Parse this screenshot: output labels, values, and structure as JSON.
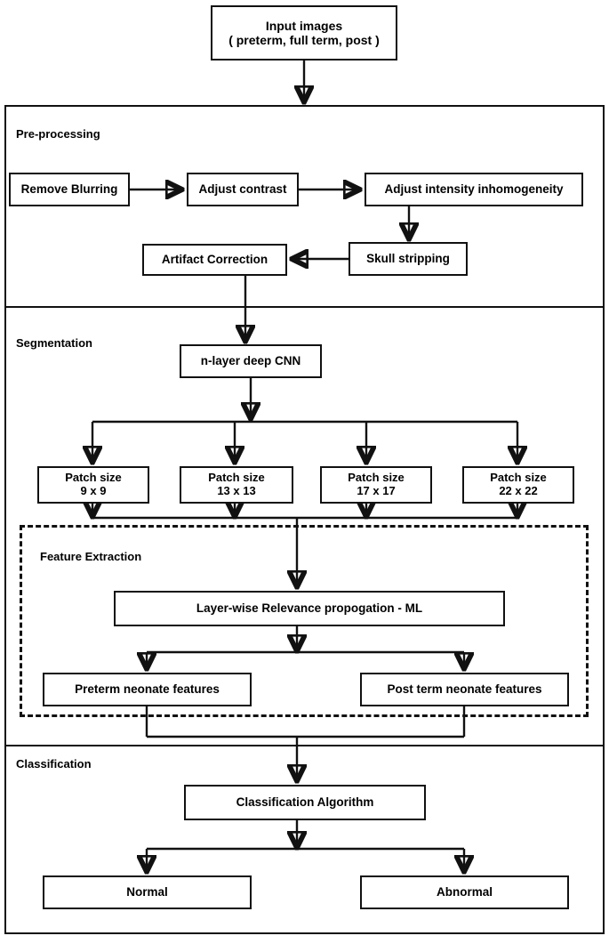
{
  "diagram": {
    "title": "Neonatal brain MRI processing pipeline flowchart",
    "input": {
      "line1": "Input images",
      "line2": "( preterm, full term, post )"
    },
    "sections": [
      {
        "id": "pre-processing",
        "label": "Pre-processing"
      },
      {
        "id": "segmentation",
        "label": "Segmentation"
      },
      {
        "id": "classification",
        "label": "Classification"
      }
    ],
    "feature_extraction": {
      "label": "Feature Extraction"
    },
    "preprocessing_nodes": [
      {
        "id": "remove-blurring",
        "label": "Remove Blurring"
      },
      {
        "id": "adjust-contrast",
        "label": "Adjust contrast"
      },
      {
        "id": "adjust-intensity-inhomogeneity",
        "label": "Adjust intensity inhomogeneity"
      },
      {
        "id": "skull-stripping",
        "label": "Skull stripping"
      },
      {
        "id": "artifact-correction",
        "label": "Artifact  Correction"
      }
    ],
    "segmentation_nodes": [
      {
        "id": "n-layer-deep-cnn",
        "label": "n-layer deep CNN"
      }
    ],
    "patch_sizes": [
      {
        "id": "patch-9",
        "line1": "Patch size",
        "line2": "9 x 9"
      },
      {
        "id": "patch-13",
        "line1": "Patch size",
        "line2": "13 x 13"
      },
      {
        "id": "patch-17",
        "line1": "Patch size",
        "line2": "17 x 17"
      },
      {
        "id": "patch-22",
        "line1": "Patch size",
        "line2": "22 x 22"
      }
    ],
    "feature_nodes": [
      {
        "id": "lrp-ml",
        "label": "Layer-wise Relevance propogation - ML"
      },
      {
        "id": "preterm-neonate-features",
        "label": "Preterm neonate features"
      },
      {
        "id": "post-term-neonate-features",
        "label": "Post term neonate features"
      }
    ],
    "classification_nodes": [
      {
        "id": "classification-algorithm",
        "label": "Classification Algorithm"
      },
      {
        "id": "normal",
        "label": "Normal"
      },
      {
        "id": "abnormal",
        "label": "Abnormal"
      }
    ],
    "colors": {
      "stroke": "#111111",
      "fill": "#ffffff",
      "text": "#000000"
    }
  }
}
